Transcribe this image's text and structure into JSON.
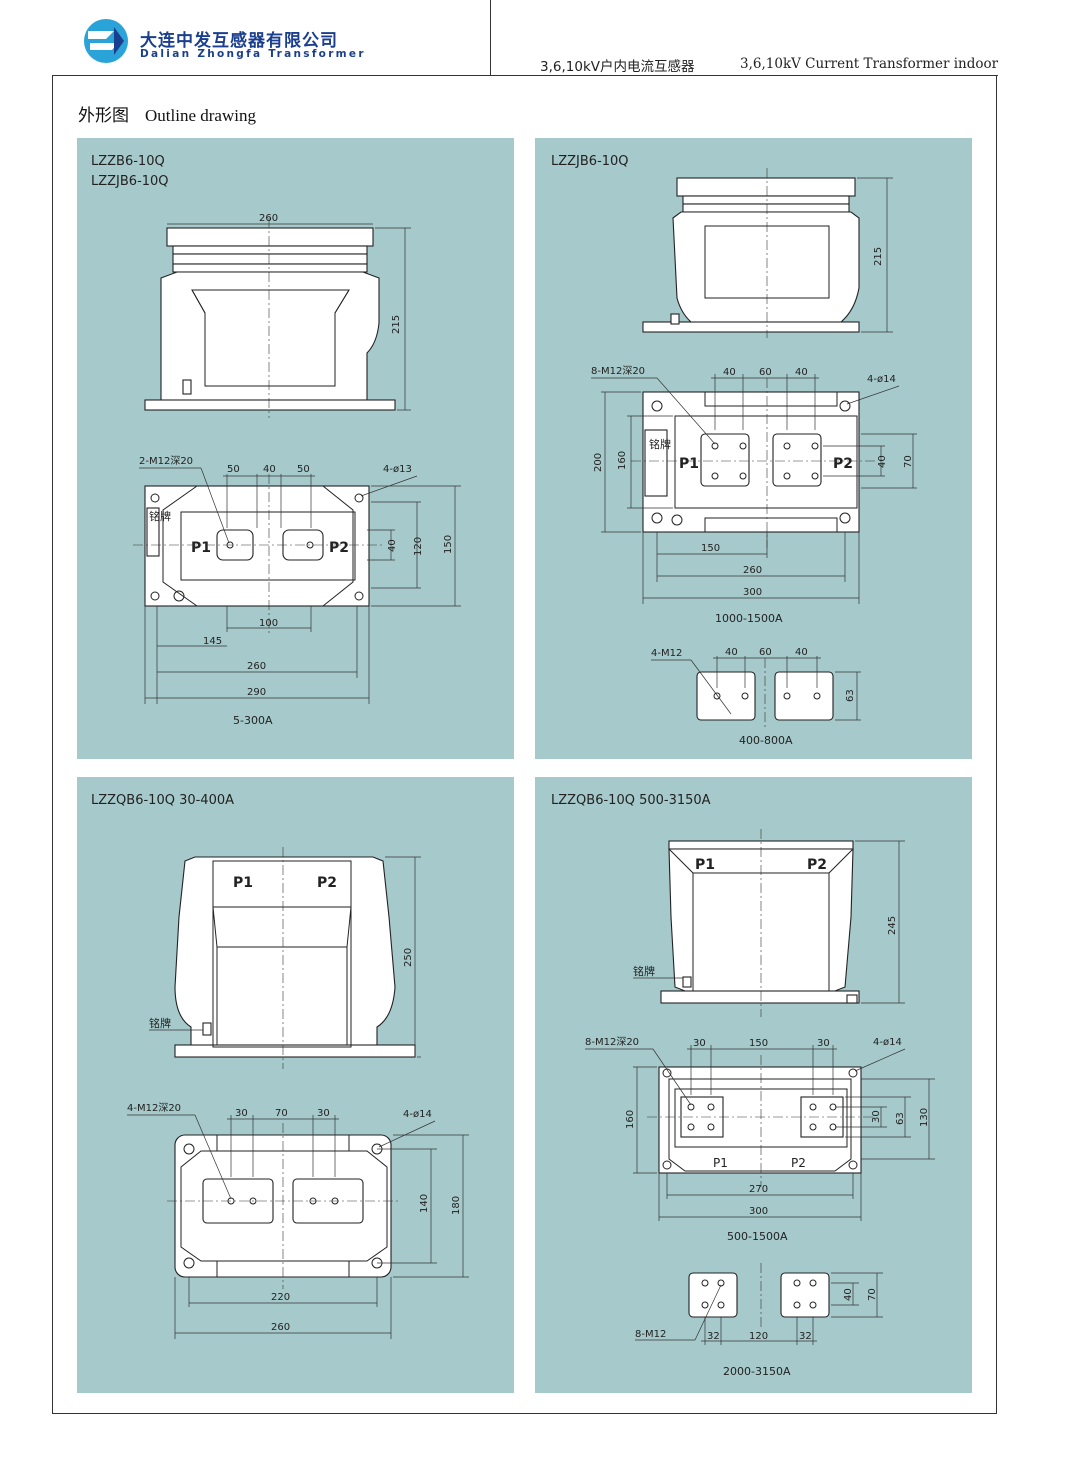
{
  "header": {
    "company_cn": "大连中发互感器有限公司",
    "company_en": "Dalian Zhongfa Transformer",
    "title_cn": "3,6,10kV户内电流互感器",
    "title_en": "3,6,10kV Current Transformer indoor",
    "brand_color": "#1b3f8f",
    "accent_color": "#2aa3d8"
  },
  "section": {
    "title_cn": "外形图",
    "title_en": "Outline drawing"
  },
  "panel_color": "#a6c9cb",
  "panels": [
    {
      "id": "tl",
      "title_lines": [
        "LZZB6-10Q",
        "LZZJB6-10Q"
      ],
      "labels": {
        "p1": "P1",
        "p2": "P2",
        "nameplate": "铭牌",
        "callout_holes": "2-M12深20",
        "callout_mount": "4-ø13"
      },
      "dims": {
        "top_width": "260",
        "height": "215",
        "d1": "50",
        "d2": "40",
        "d3": "50",
        "w40": "40",
        "w120": "120",
        "w150": "150",
        "d145": "145",
        "d100": "100",
        "d260": "260",
        "d290": "290"
      },
      "caption": "5-300A"
    },
    {
      "id": "tr",
      "title_lines": [
        "LZZJB6-10Q"
      ],
      "labels": {
        "p1": "P1",
        "p2": "P2",
        "nameplate": "铭牌",
        "callout_holes": "8-M12深20",
        "callout_mount": "4-ø14",
        "callout_small": "4-M12"
      },
      "dims": {
        "height": "215",
        "d1": "40",
        "d2": "60",
        "d3": "40",
        "h200": "200",
        "h160": "160",
        "h40": "40",
        "h70": "70",
        "w150": "150",
        "w260": "260",
        "w300": "300",
        "s1": "40",
        "s2": "60",
        "s3": "40",
        "s63": "63"
      },
      "caption_main": "1000-1500A",
      "caption_small": "400-800A"
    },
    {
      "id": "bl",
      "title_lines": [
        "LZZQB6-10Q  30-400A"
      ],
      "labels": {
        "p1": "P1",
        "p2": "P2",
        "nameplate": "铭牌",
        "callout_holes": "4-M12深20",
        "callout_mount": "4-ø14"
      },
      "dims": {
        "height": "250",
        "d1": "30",
        "d2": "70",
        "d3": "30",
        "h140": "140",
        "h180": "180",
        "w220": "220",
        "w260": "260"
      }
    },
    {
      "id": "br",
      "title_lines": [
        "LZZQB6-10Q  500-3150A"
      ],
      "labels": {
        "p1": "P1",
        "p2": "P2",
        "nameplate": "铭牌",
        "callout_holes": "8-M12深20",
        "callout_mount": "4-ø14",
        "callout_small": "8-M12"
      },
      "dims": {
        "height": "245",
        "d1": "30",
        "d2": "150",
        "d3": "30",
        "h160": "160",
        "h30": "30",
        "h63": "63",
        "h130": "130",
        "w270": "270",
        "w300": "300",
        "s40": "40",
        "s70": "70",
        "s32a": "32",
        "s120": "120",
        "s32b": "32"
      },
      "caption_main": "500-1500A",
      "caption_small": "2000-3150A"
    }
  ]
}
